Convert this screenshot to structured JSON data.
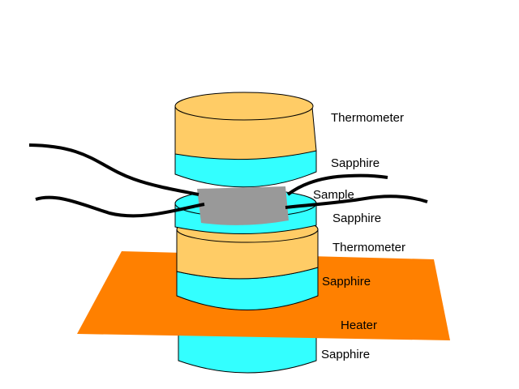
{
  "labels": {
    "thermometer_top": "Thermometer",
    "sapphire_top": "Sapphire",
    "sample": "Sample",
    "sapphire_upper_mid": "Sapphire",
    "thermometer_lower": "Thermometer",
    "sapphire_lower_mid": "Sapphire",
    "heater": "Heater",
    "sapphire_bottom": "Sapphire"
  },
  "colors": {
    "thermometer": "#FFCC66",
    "sapphire": "#33FFFF",
    "sample": "#999999",
    "heater": "#FF8000",
    "wire": "#000000"
  }
}
